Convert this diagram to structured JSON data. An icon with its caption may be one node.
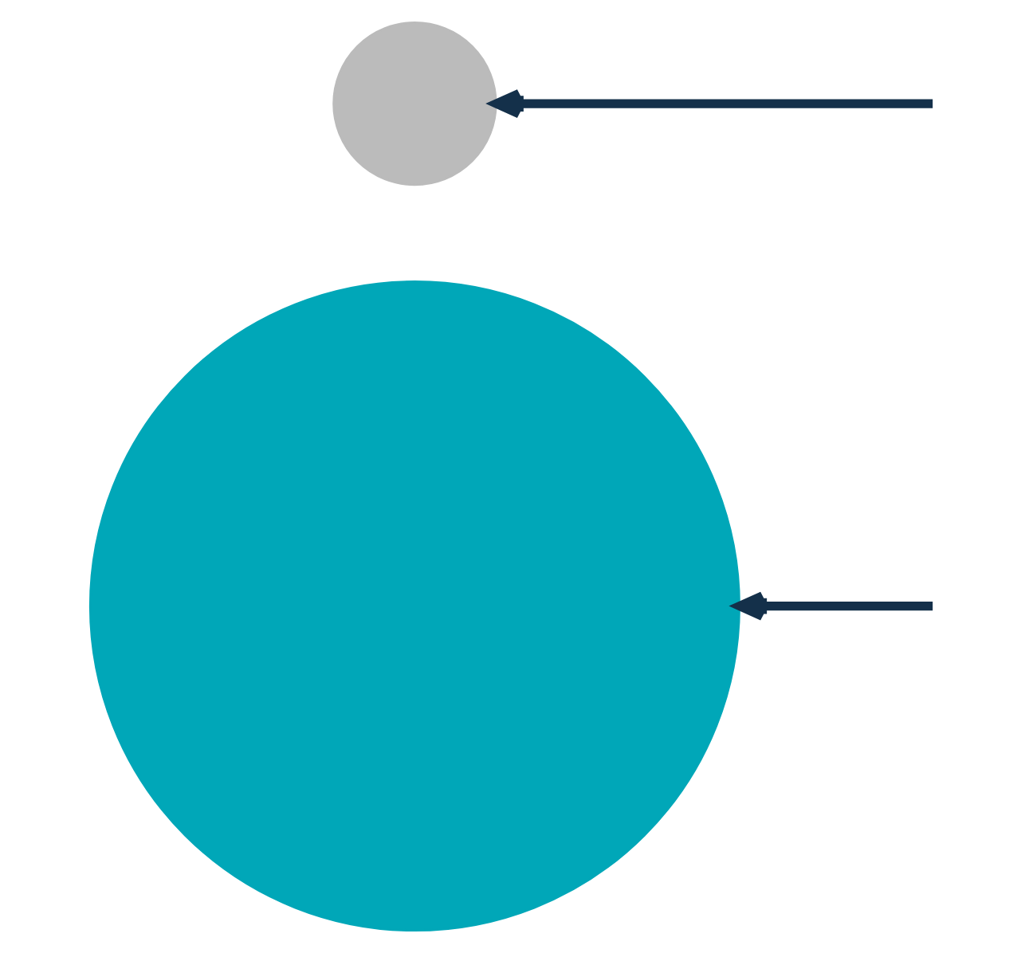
{
  "diagram": {
    "nodes": [
      {
        "text": [],
        "shape": "circle"
      },
      {
        "text": [],
        "shape": "circle"
      }
    ],
    "edges": [
      {
        "from": null,
        "to": 0,
        "arrow": "to"
      },
      {
        "from": null,
        "to": 1,
        "arrow": "to"
      }
    ]
  }
}
